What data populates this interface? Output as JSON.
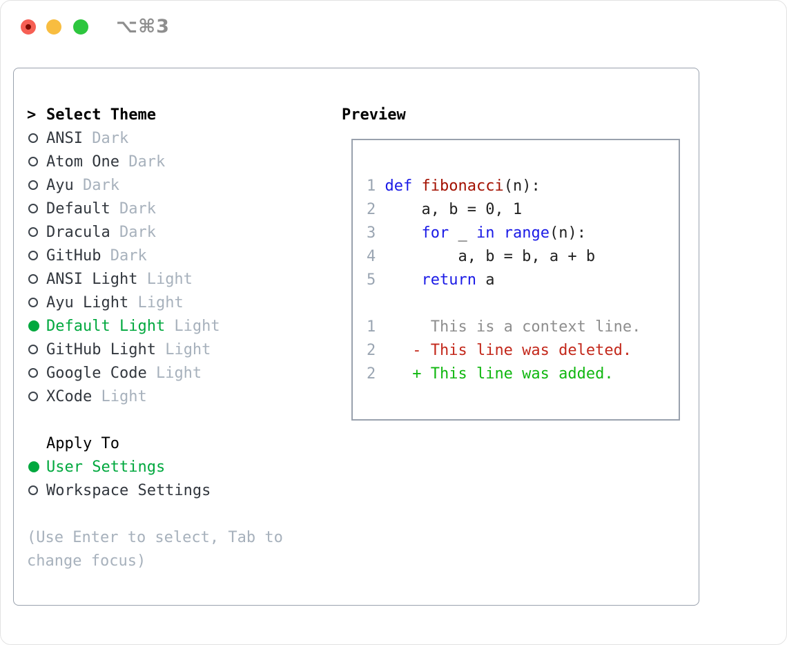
{
  "window": {
    "shortcut": "⌥⌘3"
  },
  "colors": {
    "traffic_red": "#f65f54",
    "traffic_red_dot": "#7c0b02",
    "traffic_yellow": "#f8bd40",
    "traffic_green": "#2dc63e",
    "shortcut_gray": "#8e8e8e",
    "panel_border": "#99a1ad",
    "header_black": "#000000",
    "item_text": "#32373e",
    "radio_border": "#3c434b",
    "tag_gray": "#a7b1bc",
    "hint_gray": "#a7b1bc",
    "selected_green": "#00a83e",
    "line_number_gray": "#9aa5b2",
    "code_text": "#222222",
    "keyword_blue": "#1a1ae6",
    "function_red": "#a31000",
    "context_gray": "#8e8e8e",
    "diff_deleted_red": "#c3281b",
    "diff_added_green": "#10b710"
  },
  "theme_picker": {
    "title_prefix": ">",
    "title": "Select Theme",
    "items": [
      {
        "name": "ANSI",
        "tag": "Dark",
        "selected": false
      },
      {
        "name": "Atom One",
        "tag": "Dark",
        "selected": false
      },
      {
        "name": "Ayu",
        "tag": "Dark",
        "selected": false
      },
      {
        "name": "Default",
        "tag": "Dark",
        "selected": false
      },
      {
        "name": "Dracula",
        "tag": "Dark",
        "selected": false
      },
      {
        "name": "GitHub",
        "tag": "Dark",
        "selected": false
      },
      {
        "name": "ANSI Light",
        "tag": "Light",
        "selected": false
      },
      {
        "name": "Ayu Light",
        "tag": "Light",
        "selected": false
      },
      {
        "name": "Default Light",
        "tag": "Light",
        "selected": true
      },
      {
        "name": "GitHub Light",
        "tag": "Light",
        "selected": false
      },
      {
        "name": "Google Code",
        "tag": "Light",
        "selected": false
      },
      {
        "name": "XCode",
        "tag": "Light",
        "selected": false
      }
    ],
    "apply_to": {
      "title": "Apply To",
      "options": [
        {
          "name": "User Settings",
          "selected": true
        },
        {
          "name": "Workspace Settings",
          "selected": false
        }
      ]
    },
    "hint_lines": [
      "(Use Enter to select, Tab to",
      "change focus)"
    ]
  },
  "preview": {
    "title": "Preview",
    "code_lines": [
      {
        "num": "1",
        "tokens": [
          {
            "t": " "
          },
          {
            "t": "def",
            "c": "kw"
          },
          {
            "t": " "
          },
          {
            "t": "fibonacci",
            "c": "fn"
          },
          {
            "t": "(n):"
          }
        ]
      },
      {
        "num": "2",
        "tokens": [
          {
            "t": "     a, b = 0, 1"
          }
        ]
      },
      {
        "num": "3",
        "tokens": [
          {
            "t": "     "
          },
          {
            "t": "for",
            "c": "kw"
          },
          {
            "t": " _ "
          },
          {
            "t": "in",
            "c": "kw"
          },
          {
            "t": " "
          },
          {
            "t": "range",
            "c": "kw"
          },
          {
            "t": "(n):"
          }
        ]
      },
      {
        "num": "4",
        "tokens": [
          {
            "t": "         a, b = b, a + b"
          }
        ]
      },
      {
        "num": "5",
        "tokens": [
          {
            "t": "     "
          },
          {
            "t": "return",
            "c": "kw"
          },
          {
            "t": " a"
          }
        ]
      },
      {
        "num": "",
        "tokens": []
      },
      {
        "num": "1",
        "tokens": [
          {
            "t": "      This is a context line.",
            "c": "ctx"
          }
        ]
      },
      {
        "num": "2",
        "tokens": [
          {
            "t": "    "
          },
          {
            "t": "- This line was deleted.",
            "c": "del"
          }
        ]
      },
      {
        "num": "2",
        "tokens": [
          {
            "t": "    "
          },
          {
            "t": "+ This line was added.",
            "c": "add"
          }
        ]
      }
    ]
  }
}
